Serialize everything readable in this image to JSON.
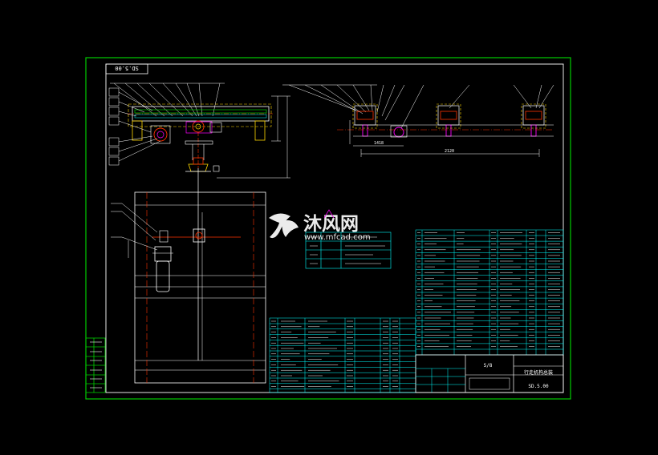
{
  "drawing": {
    "drawing_number": "SD.5.00",
    "title_block": {
      "drawing_number": "SD.5.00",
      "scale": "S/8",
      "name": "行走机构总装"
    },
    "watermark": {
      "brand_text": "沐风网",
      "url": "www.mfcad.com"
    },
    "dimensions": {
      "right_span": "2120",
      "right_offset": "1418"
    },
    "colors": {
      "background": "#000000",
      "frame": "#00cc00",
      "lines": "#ffffff",
      "centerlines": "#ff3300",
      "hidden_lines": "#ffd800",
      "accent_cyan": "#00ffff",
      "accent_magenta": "#ff00ff"
    }
  }
}
